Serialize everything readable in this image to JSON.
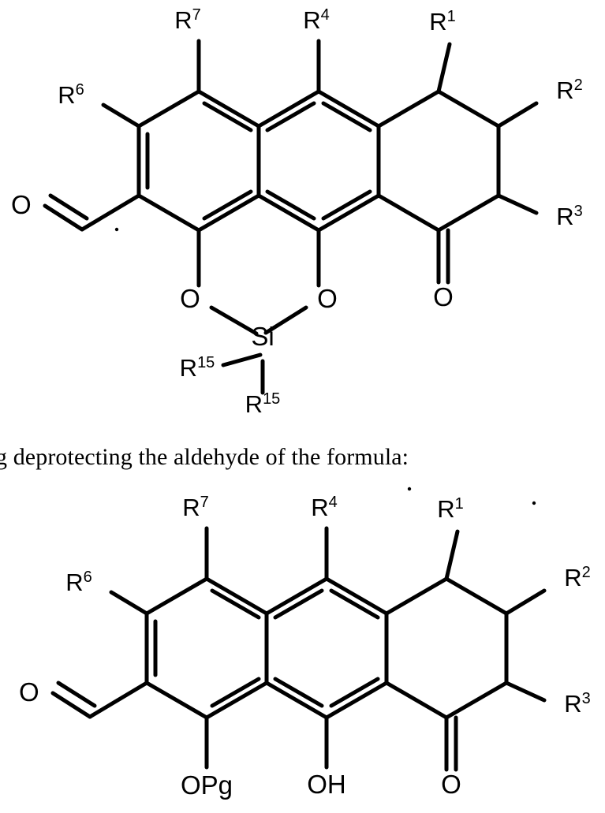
{
  "document": {
    "type": "patent-specification-page",
    "background_color": "#ffffff",
    "ink_color": "#000000"
  },
  "body_text": {
    "line": "g deprotecting the aldehyde of the formula:",
    "clipped_left": true,
    "clipped_right": true
  },
  "structures": [
    {
      "id": "structure-top",
      "name": "silyl-protected-aldehyde",
      "core": "tetrahydroanthracen-1(2H)-one tricycle",
      "rings": [
        {
          "position": "left",
          "type": "aromatic"
        },
        {
          "position": "middle",
          "type": "aromatic"
        },
        {
          "position": "right",
          "type": "saturated-cyclohexanone"
        }
      ],
      "labels": [
        {
          "text": "R",
          "sup": "7",
          "name": "label-r7"
        },
        {
          "text": "R",
          "sup": "4",
          "name": "label-r4"
        },
        {
          "text": "R",
          "sup": "1",
          "name": "label-r1"
        },
        {
          "text": "R",
          "sup": "6",
          "name": "label-r6"
        },
        {
          "text": "R",
          "sup": "2",
          "name": "label-r2"
        },
        {
          "text": "R",
          "sup": "3",
          "name": "label-r3"
        },
        {
          "text": "R",
          "sup": "15",
          "name": "label-r15-a"
        },
        {
          "text": "R",
          "sup": "15",
          "name": "label-r15-b"
        }
      ],
      "atoms": [
        {
          "text": "O",
          "name": "aldehyde-oxygen"
        },
        {
          "text": "O",
          "name": "silyl-oxygen-left"
        },
        {
          "text": "O",
          "name": "silyl-oxygen-right"
        },
        {
          "text": "Si",
          "name": "silicon-atom"
        },
        {
          "text": "O",
          "name": "ketone-oxygen"
        }
      ],
      "protecting_group": "cyclic di-R15 silylene bridging two phenolic oxygens"
    },
    {
      "id": "structure-bottom",
      "name": "deprotected-aldehyde",
      "core": "tetrahydroanthracen-1(2H)-one tricycle",
      "rings": [
        {
          "position": "left",
          "type": "aromatic"
        },
        {
          "position": "middle",
          "type": "aromatic"
        },
        {
          "position": "right",
          "type": "saturated-cyclohexanone"
        }
      ],
      "labels": [
        {
          "text": "R",
          "sup": "7",
          "name": "label-r7"
        },
        {
          "text": "R",
          "sup": "4",
          "name": "label-r4"
        },
        {
          "text": "R",
          "sup": "1",
          "name": "label-r1"
        },
        {
          "text": "R",
          "sup": "6",
          "name": "label-r6"
        },
        {
          "text": "R",
          "sup": "2",
          "name": "label-r2"
        },
        {
          "text": "R",
          "sup": "3",
          "name": "label-r3"
        }
      ],
      "atoms": [
        {
          "text": "O",
          "name": "aldehyde-oxygen"
        },
        {
          "text": "OPg",
          "name": "protected-hydroxyl"
        },
        {
          "text": "OH",
          "name": "hydroxyl"
        },
        {
          "text": "O",
          "name": "ketone-oxygen"
        }
      ]
    }
  ]
}
